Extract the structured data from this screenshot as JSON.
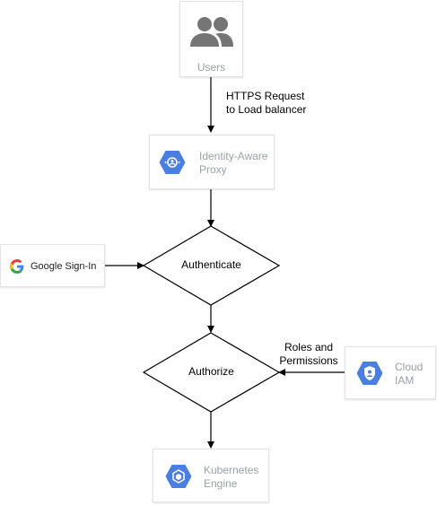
{
  "nodes": {
    "users": {
      "label": "Users",
      "icon": "users-icon"
    },
    "iap": {
      "line1": "Identity-Aware",
      "line2": "Proxy",
      "icon": "identity-aware-proxy-icon"
    },
    "google_signin": {
      "label": "Google Sign-In",
      "icon": "google-g-icon"
    },
    "authenticate": {
      "label": "Authenticate"
    },
    "authorize": {
      "label": "Authorize"
    },
    "cloud_iam": {
      "line1": "Cloud",
      "line2": "IAM",
      "icon": "cloud-iam-icon"
    },
    "gke": {
      "line1": "Kubernetes",
      "line2": "Engine",
      "icon": "kubernetes-engine-icon"
    }
  },
  "edges": {
    "users_to_iap": {
      "line1": "HTTPS Request",
      "line2": "to Load balancer"
    },
    "iam_to_authorize": {
      "line1": "Roles and",
      "line2": "Permissions"
    }
  },
  "colors": {
    "gcp_blue": "#4a7fe0",
    "icon_gray": "#757575",
    "label_gray": "#9aa0a6",
    "google_blue": "#4285F4",
    "google_red": "#EA4335",
    "google_yellow": "#FBBC05",
    "google_green": "#34A853"
  }
}
